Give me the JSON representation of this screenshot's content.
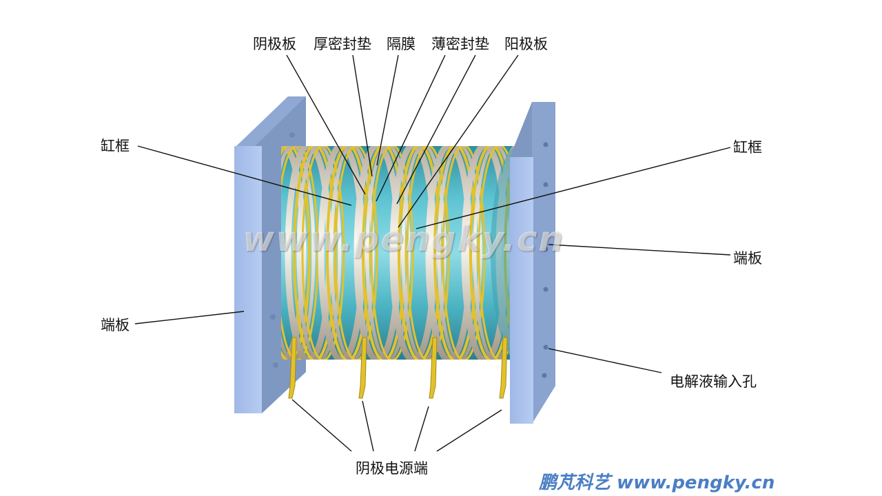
{
  "labels": {
    "cathode_plate": "阴极板",
    "thick_gasket": "厚密封垫",
    "membrane": "隔膜",
    "thin_gasket": "薄密封垫",
    "anode_plate": "阳极板",
    "cell_frame_left": "缸框",
    "cell_frame_right": "缸框",
    "end_plate_right": "端板",
    "end_plate_left": "端板",
    "electrolyte_inlet": "电解液输入孔",
    "cathode_terminal": "阴极电源端"
  },
  "watermark": "www.pengky.cn",
  "footer": "鹏芃科艺 www.pengky.cn",
  "colors": {
    "end_plate": "#a9c2ec",
    "frame_teal": "#4fb8c8",
    "gasket_yellow": "#e2c22c",
    "plate_silver": "#e8e2d6",
    "footer_blue": "#4a7fc4"
  }
}
